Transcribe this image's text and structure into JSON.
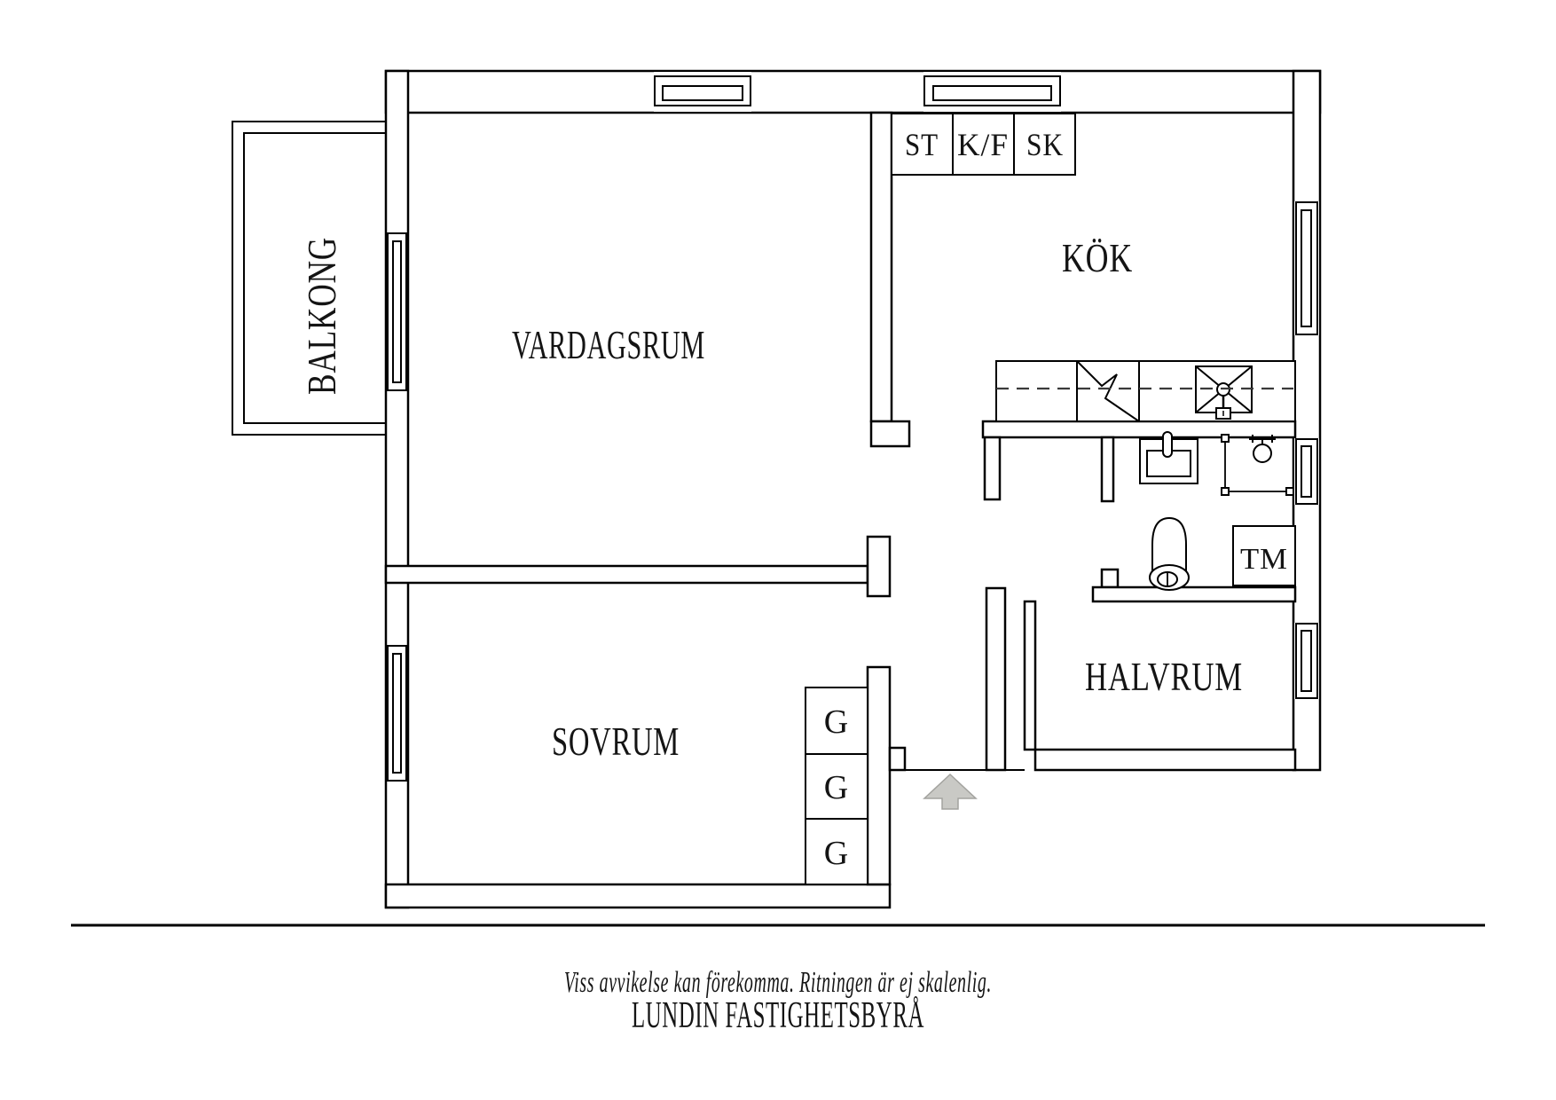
{
  "floorplan": {
    "rooms": {
      "balcony": "BALKONG",
      "livingroom": "VARDAGSRUM",
      "kitchen": "KÖK",
      "bedroom": "SOVRUM",
      "halfroom": "HALVRUM"
    },
    "kitchen_cabinets": {
      "st": "ST",
      "kf": "K/F",
      "sk": "SK"
    },
    "wardrobes": [
      "G",
      "G",
      "G"
    ],
    "appliances": {
      "washing_machine": "TM"
    },
    "colors": {
      "line": "#000000",
      "arrow_fill": "#c9c9c5",
      "arrow_stroke": "#a3a39f"
    }
  },
  "footer": {
    "disclaimer": "Viss avvikelse kan förekomma. Ritningen är ej skalenlig.",
    "brand": "LUNDIN FASTIGHETSBYRÅ"
  }
}
